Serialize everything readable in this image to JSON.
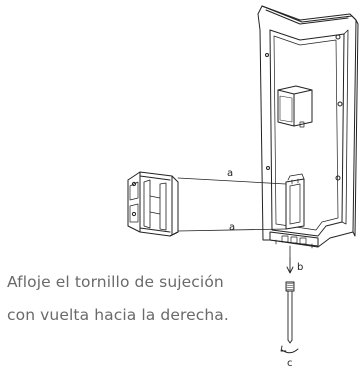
{
  "labels": {
    "a_upper": "a",
    "a_lower": "a",
    "b": "b",
    "c": "c"
  },
  "caption": {
    "line1": "Afloje el tornillo de sujeción",
    "line2": "con vuelta hacia la derecha."
  }
}
